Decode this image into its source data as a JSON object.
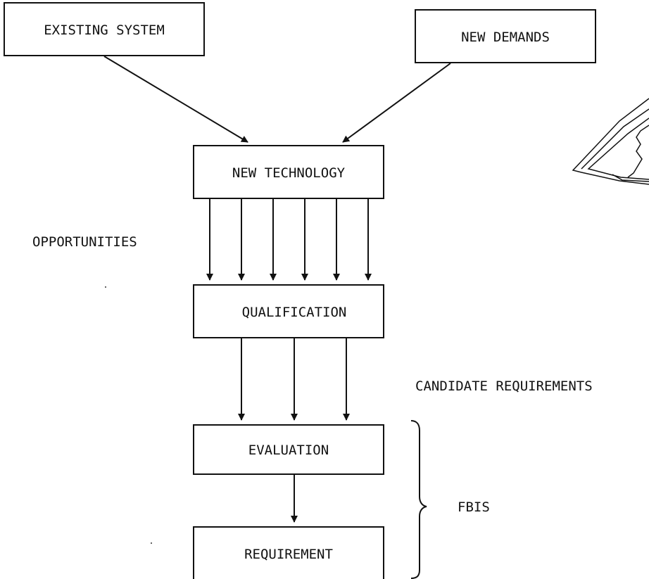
{
  "boxes": {
    "existing_system": "EXISTING SYSTEM",
    "new_demands": "NEW DEMANDS",
    "new_technology": "NEW TECHNOLOGY",
    "qualification": "QUALIFICATION",
    "evaluation": "EVALUATION",
    "requirement": "REQUIREMENT"
  },
  "labels": {
    "opportunities": "OPPORTUNITIES",
    "candidate_requirements": "CANDIDATE REQUIREMENTS",
    "fbis": "FBIS"
  },
  "colors": {
    "ink": "#111111",
    "background": "#ffffff"
  }
}
